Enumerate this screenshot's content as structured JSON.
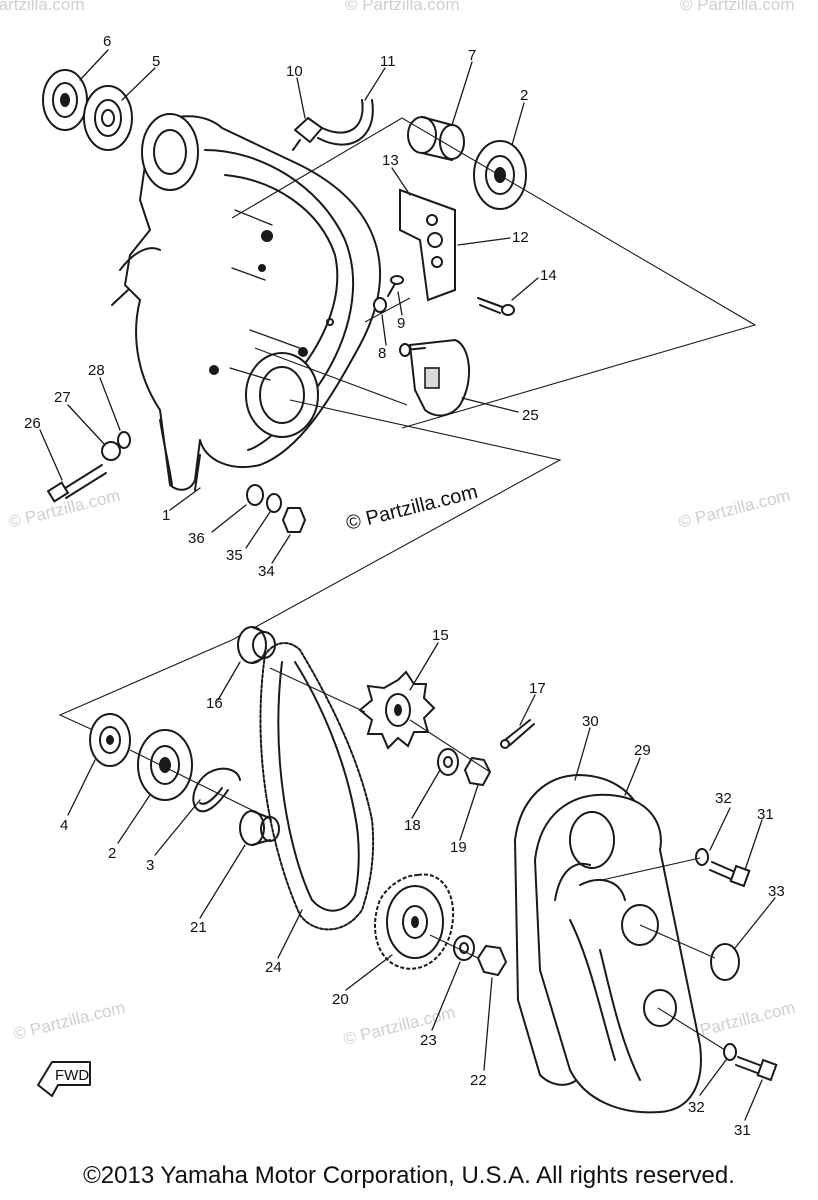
{
  "watermarks": {
    "center": "© Partzilla.com",
    "faint": "© Partzilla.com"
  },
  "callouts": {
    "c1": "1",
    "c2a": "2",
    "c2b": "2",
    "c3": "3",
    "c4": "4",
    "c5": "5",
    "c6": "6",
    "c7": "7",
    "c8": "8",
    "c9": "9",
    "c10": "10",
    "c11": "11",
    "c12": "12",
    "c13": "13",
    "c14": "14",
    "c15": "15",
    "c16": "16",
    "c17": "17",
    "c18": "18",
    "c19": "19",
    "c20": "20",
    "c21": "21",
    "c22": "22",
    "c23": "23",
    "c24": "24",
    "c25": "25",
    "c26": "26",
    "c27": "27",
    "c28": "28",
    "c29": "29",
    "c30": "30",
    "c31a": "31",
    "c31b": "31",
    "c32a": "32",
    "c32b": "32",
    "c33": "33",
    "c34": "34",
    "c35": "35",
    "c36": "36"
  },
  "fwd_label": "FWD",
  "footer": {
    "copyright": "©2013 Yamaha Motor Corporation, U.S.A. All rights reserved."
  }
}
